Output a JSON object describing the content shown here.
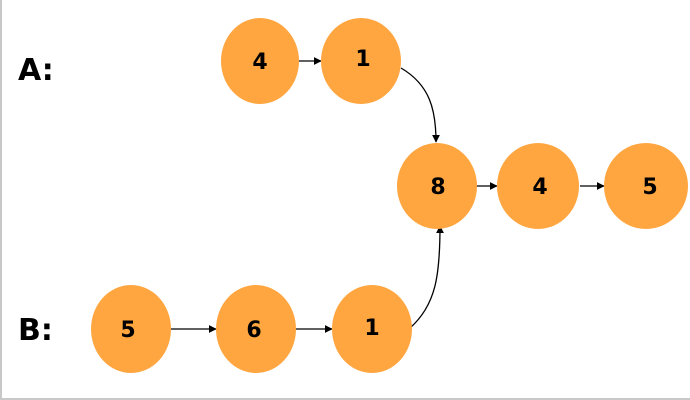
{
  "colors": {
    "node_fill": "#ffa640",
    "text": "#000000",
    "edge": "#000000",
    "frame": "#c8c8c8"
  },
  "diagram": {
    "list_a": {
      "label": "A:",
      "values": [
        "4",
        "1"
      ]
    },
    "list_b": {
      "label": "B:",
      "values": [
        "5",
        "6",
        "1"
      ]
    },
    "shared": {
      "values": [
        "8",
        "4",
        "5"
      ]
    }
  }
}
